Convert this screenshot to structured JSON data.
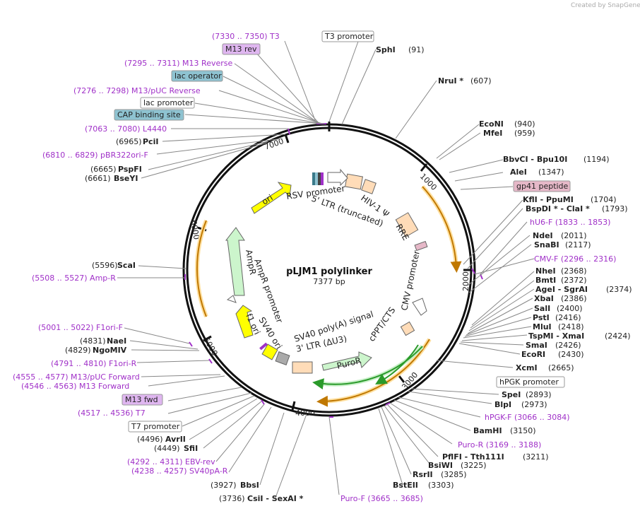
{
  "title": "pLJM1 polylinker",
  "length_label": "7377 bp",
  "credit": "Created by SnapGene",
  "ticks": [
    "1000",
    "2000",
    "3000",
    "4000",
    "5000",
    "6000",
    "7000"
  ],
  "features": {
    "ori": "ori",
    "ampr": "AmpR",
    "ampr_promoter": "AmpR promoter",
    "f1_ori": "f1 ori",
    "sv40_ori": "SV40 ori",
    "rsv_promoter": "RSV promoter",
    "ltr5": "5' LTR (truncated)",
    "hiv_psi": "HIV-1 Ψ",
    "rre": "RRE",
    "cmv_promoter": "CMV promoter",
    "cppt": "cPPT/CTS",
    "sv40_polya": "SV40 poly(A) signal",
    "ltr3": "3' LTR (ΔU3)",
    "puror": "PuroR"
  },
  "boxes": {
    "t3_promoter": "T3 promoter",
    "m13_rev": "M13 rev",
    "lac_operator": "lac operator",
    "lac_promoter": "lac promoter",
    "cap_site": "CAP binding site",
    "gp41": "gp41 peptide",
    "hpgk_promoter": "hPGK promoter",
    "m13_fwd": "M13 fwd",
    "t7_promoter": "T7 promoter"
  },
  "labels": {
    "t3": "(7330 .. 7350)  T3",
    "m13_reverse": "(7295 .. 7311)  M13 Reverse",
    "m13puc_reverse": "(7276 .. 7298)  M13/pUC Reverse",
    "l4440": "(7063 .. 7080)  L4440",
    "pcii": "(6965)",
    "pcii_name": "PciI",
    "pbr322": "(6810 .. 6829)  pBR322ori-F",
    "pspfi": "(6665)",
    "pspfi_name": "PspFI",
    "bseyi": "(6661)",
    "bseyi_name": "BseYI",
    "scai": "(5596)",
    "scai_name": "ScaI",
    "ampr_primer": "(5508 .. 5527)  Amp-R",
    "f1ori_f": "(5001 .. 5022)  F1ori-F",
    "naei": "(4831)",
    "naei_name": "NaeI",
    "ngomiv": "(4829)",
    "ngomiv_name": "NgoMIV",
    "f1ori_r": "(4791 .. 4810)  F1ori-R",
    "m13puc_forward": "(4555 .. 4577)  M13/pUC Forward",
    "m13_forward": "(4546 .. 4563)  M13 Forward",
    "t7": "(4517 .. 4536)  T7",
    "avrii": "(4496)",
    "avrii_name": "AvrII",
    "sfii": "(4449)",
    "sfii_name": "SfiI",
    "ebv_rev": "(4292 .. 4311)  EBV-rev",
    "sv40pa_r": "(4238 .. 4257)  SV40pA-R",
    "bbsi": "(3927)",
    "bbsi_name": "BbsI",
    "csii": "(3736)",
    "csii_name": "CsiI  - SexAI *",
    "puro_f": "Puro-F   (3665 .. 3685)",
    "bsteii_name": "BstEII",
    "bsteii": "(3303)",
    "rsrii_name": "RsrII",
    "rsrii": "(3285)",
    "bsiwi_name": "BsiWI",
    "bsiwi": "(3225)",
    "pflfi_name": "PflFI  - Tth111I",
    "pflfi": "(3211)",
    "puro_r": "Puro-R   (3169 .. 3188)",
    "bamhi_name": "BamHI",
    "bamhi": "(3150)",
    "hpgk_f": "hPGK-F   (3066 .. 3084)",
    "blpi_name": "BlpI",
    "blpi": "(2973)",
    "spei_name": "SpeI",
    "spei": "(2893)",
    "xcmi_name": "XcmI",
    "xcmi": "(2665)",
    "ecori_name": "EcoRI",
    "ecori": "(2430)",
    "smai_name": "SmaI",
    "smai": "(2426)",
    "tspmi_name": "TspMI   - XmaI",
    "tspmi": "(2424)",
    "mlui_name": "MluI",
    "mlui": "(2418)",
    "psti_name": "PstI",
    "psti": "(2416)",
    "sali_name": "SalI",
    "sali": "(2400)",
    "xbai_name": "XbaI",
    "xbai": "(2386)",
    "agei_name": "AgeI   - SgrAI",
    "agei": "(2374)",
    "bmti_name": "BmtI",
    "bmti": "(2372)",
    "nhei_name": "NheI",
    "nhei": "(2368)",
    "cmv_f": "CMV-F   (2296 .. 2316)",
    "snabi_name": "SnaBI",
    "snabi": "(2117)",
    "ndei_name": "NdeI",
    "ndei": "(2011)",
    "hu6_f": "hU6-F   (1833 .. 1853)",
    "bspdi_name": "BspDI *  - ClaI *",
    "bspdi": "(1793)",
    "kfli_name": "KflI   - PpuMI",
    "kfli": "(1704)",
    "alei_name": "AleI",
    "alei": "(1347)",
    "bbvci_name": "BbvCI   - Bpu10I",
    "bbvci": "(1194)",
    "mfei_name": "MfeI",
    "mfei": "(959)",
    "econi_name": "EcoNI",
    "econi": "(940)",
    "nrui_name": "NruI *",
    "nrui": "(607)",
    "sphi_name": "SphI",
    "sphi": "(91)"
  },
  "colors": {
    "ori": "#ffff00",
    "ampr": "#ccf5cc",
    "puror": "#ccf5cc",
    "ltr": "#ffdcb8",
    "primer": "#a030c8",
    "box_blue": "#8ec3d1",
    "box_purple": "#dfb6f0",
    "box_pink": "#e6b8c8",
    "orf_arc": "#f0b030"
  }
}
